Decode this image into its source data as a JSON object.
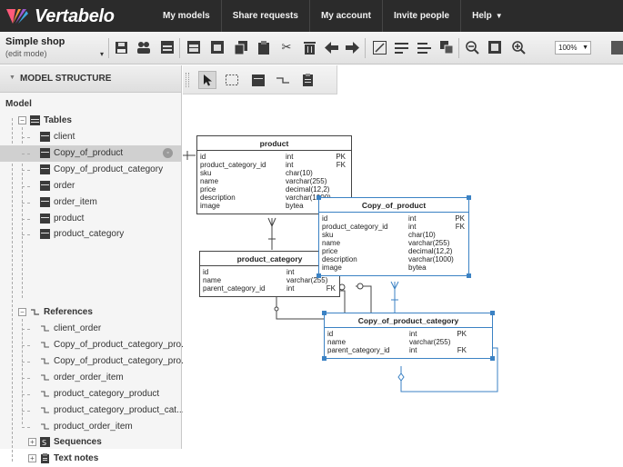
{
  "app": {
    "brand": "Vertabelo"
  },
  "nav": {
    "items": [
      "My models",
      "Share requests",
      "My account",
      "Invite people",
      "Help"
    ]
  },
  "document": {
    "title": "Simple shop",
    "mode": "(edit mode)"
  },
  "toolbar": {
    "zoom": "100%"
  },
  "sidebar": {
    "header": "MODEL STRUCTURE",
    "root": "Model",
    "tables_group": "Tables",
    "tables": [
      "client",
      "Copy_of_product",
      "Copy_of_product_category",
      "order",
      "order_item",
      "product",
      "product_category"
    ],
    "references_group": "References",
    "references": [
      "client_order",
      "Copy_of_product_category_pro...",
      "Copy_of_product_category_pro...",
      "order_order_item",
      "product_category_product",
      "product_category_product_cat...",
      "product_order_item"
    ],
    "sequences_group": "Sequences",
    "notes_group": "Text notes"
  },
  "diagram": {
    "tables": [
      {
        "title": "product",
        "columns": [
          {
            "name": "id",
            "type": "int",
            "key": "PK"
          },
          {
            "name": "product_category_id",
            "type": "int",
            "key": "FK"
          },
          {
            "name": "sku",
            "type": "char(10)",
            "key": ""
          },
          {
            "name": "name",
            "type": "varchar(255)",
            "key": ""
          },
          {
            "name": "price",
            "type": "decimal(12,2)",
            "key": ""
          },
          {
            "name": "description",
            "type": "varchar(1000)",
            "key": ""
          },
          {
            "name": "image",
            "type": "bytea",
            "key": ""
          }
        ]
      },
      {
        "title": "product_category",
        "columns": [
          {
            "name": "id",
            "type": "int",
            "key": "PK"
          },
          {
            "name": "name",
            "type": "varchar(255)",
            "key": ""
          },
          {
            "name": "parent_category_id",
            "type": "int",
            "key": "FK"
          }
        ]
      },
      {
        "title": "Copy_of_product",
        "columns": [
          {
            "name": "id",
            "type": "int",
            "key": "PK"
          },
          {
            "name": "product_category_id",
            "type": "int",
            "key": "FK"
          },
          {
            "name": "sku",
            "type": "char(10)",
            "key": ""
          },
          {
            "name": "name",
            "type": "varchar(255)",
            "key": ""
          },
          {
            "name": "price",
            "type": "decimal(12,2)",
            "key": ""
          },
          {
            "name": "description",
            "type": "varchar(1000)",
            "key": ""
          },
          {
            "name": "image",
            "type": "bytea",
            "key": ""
          }
        ]
      },
      {
        "title": "Copy_of_product_category",
        "columns": [
          {
            "name": "id",
            "type": "int",
            "key": "PK"
          },
          {
            "name": "name",
            "type": "varchar(255)",
            "key": ""
          },
          {
            "name": "parent_category_id",
            "type": "int",
            "key": "FK"
          }
        ]
      }
    ]
  },
  "colors": {
    "topbar": "#2b2b2b",
    "selection": "#3b82c4",
    "logo_accent": "#e6467a"
  }
}
